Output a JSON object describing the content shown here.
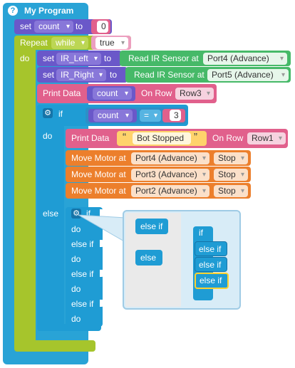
{
  "program": {
    "title": "My Program",
    "help_glyph": "?"
  },
  "set_count": {
    "set_label": "set",
    "variable": "count",
    "to_label": "to",
    "value": "0"
  },
  "repeat": {
    "label": "Repeat",
    "mode": "while",
    "condition": "true",
    "do_label": "do"
  },
  "set_ir_left": {
    "set_label": "set",
    "variable": "IR_Left",
    "to_label": "to",
    "sensor_label": "Read IR Sensor at",
    "port": "Port4 (Advance)"
  },
  "set_ir_right": {
    "set_label": "set",
    "variable": "IR_Right",
    "to_label": "to",
    "sensor_label": "Read IR Sensor at",
    "port": "Port5 (Advance)"
  },
  "print_count": {
    "label": "Print Data",
    "variable": "count",
    "row_label": "On Row",
    "row": "Row3"
  },
  "if_block": {
    "if_label": "if",
    "variable": "count",
    "operator": "=",
    "value": "3",
    "do_label": "do",
    "else_label": "else"
  },
  "print_stopped": {
    "label": "Print Data",
    "quote_open": "“",
    "text": "Bot Stopped",
    "quote_close": "”",
    "row_label": "On Row",
    "row": "Row1"
  },
  "motors": [
    {
      "label": "Move Motor at",
      "port": "Port4 (Advance)",
      "action": "Stop"
    },
    {
      "label": "Move Motor at",
      "port": "Port3 (Advance)",
      "action": "Stop"
    },
    {
      "label": "Move Motor at",
      "port": "Port2 (Advance)",
      "action": "Stop"
    }
  ],
  "else_chain": {
    "if_label": "if",
    "rows": [
      "do",
      "else if",
      "do",
      "else if",
      "do",
      "else if",
      "do"
    ]
  },
  "mutator": {
    "palette_else_if": "else if",
    "palette_else": "else",
    "stack": [
      "if",
      "else if",
      "else if",
      "else if"
    ]
  },
  "colors": {
    "program": "#29a3d6",
    "variable": "#6a58c9",
    "loop": "#a6c52c",
    "sensor": "#46b968",
    "print": "#e1608c",
    "logic": "#1f9cd4",
    "motor": "#ec7f2c",
    "text_literal": "#ffd36b",
    "mutator_bg": "#d8ecf7"
  }
}
